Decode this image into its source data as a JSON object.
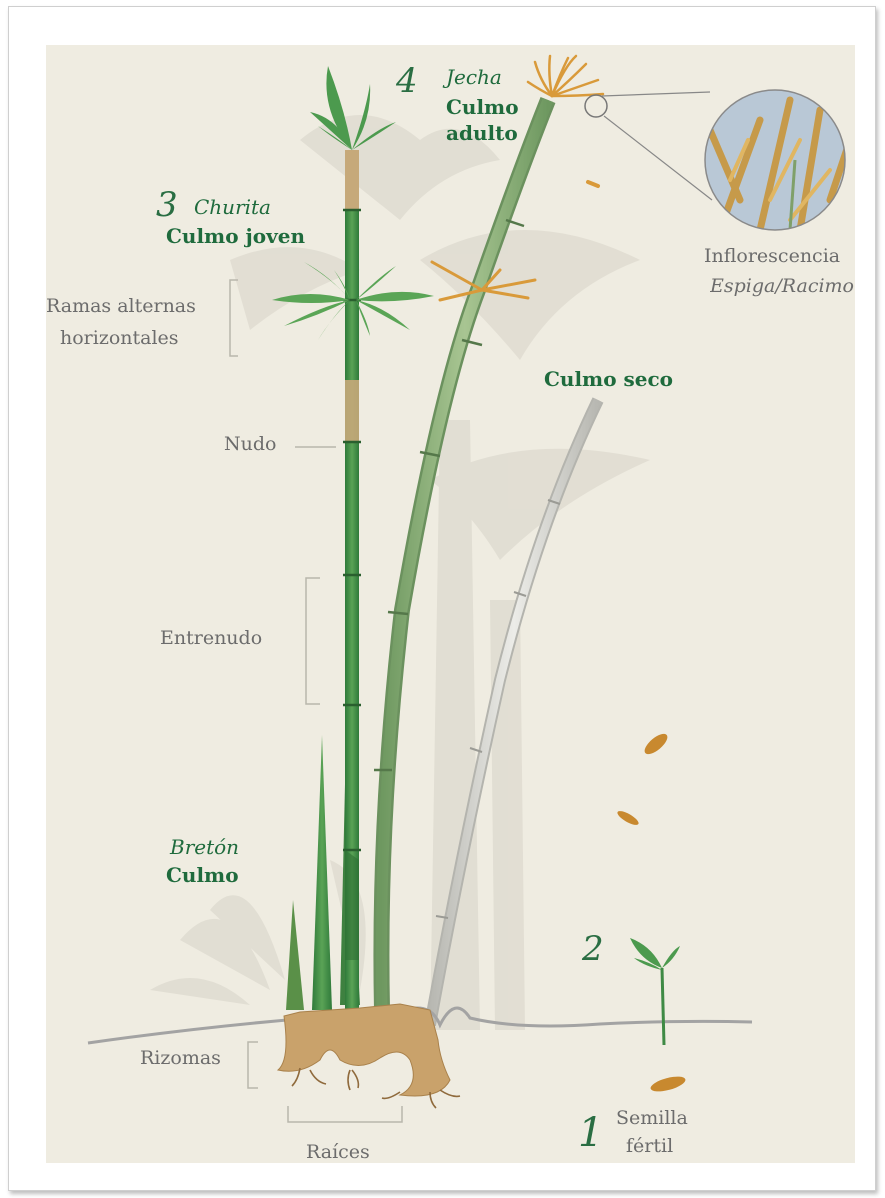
{
  "stages": {
    "seed": {
      "number": "1",
      "label_line1": "Semilla",
      "label_line2": "fértil"
    },
    "sprout": {
      "number": "2"
    },
    "young": {
      "number": "3",
      "local_name": "Churita",
      "name": "Culmo joven"
    },
    "adult": {
      "number": "4",
      "local_name": "Jecha",
      "name_line1": "Culmo",
      "name_line2": "adulto"
    },
    "shoot": {
      "local_name": "Bretón",
      "name": "Culmo"
    },
    "dry": {
      "name": "Culmo seco"
    }
  },
  "parts": {
    "branches_line1": "Ramas alternas",
    "branches_line2": "horizontales",
    "node": "Nudo",
    "internode": "Entrenudo",
    "rhizomes": "Rizomas",
    "roots": "Raíces"
  },
  "inflorescence": {
    "label": "Inflorescencia",
    "sublabel": "Espiga/Racimo"
  },
  "colors": {
    "paper": "#efece1",
    "culm_green": "#3f8a45",
    "culm_adult": "#7fa66a",
    "culm_dry": "#c9c9c4",
    "rhizome": "#c9a26b",
    "inflorescence": "#d99a3a",
    "label_green": "#1f6b3d",
    "label_gray": "#6c6c6c"
  }
}
